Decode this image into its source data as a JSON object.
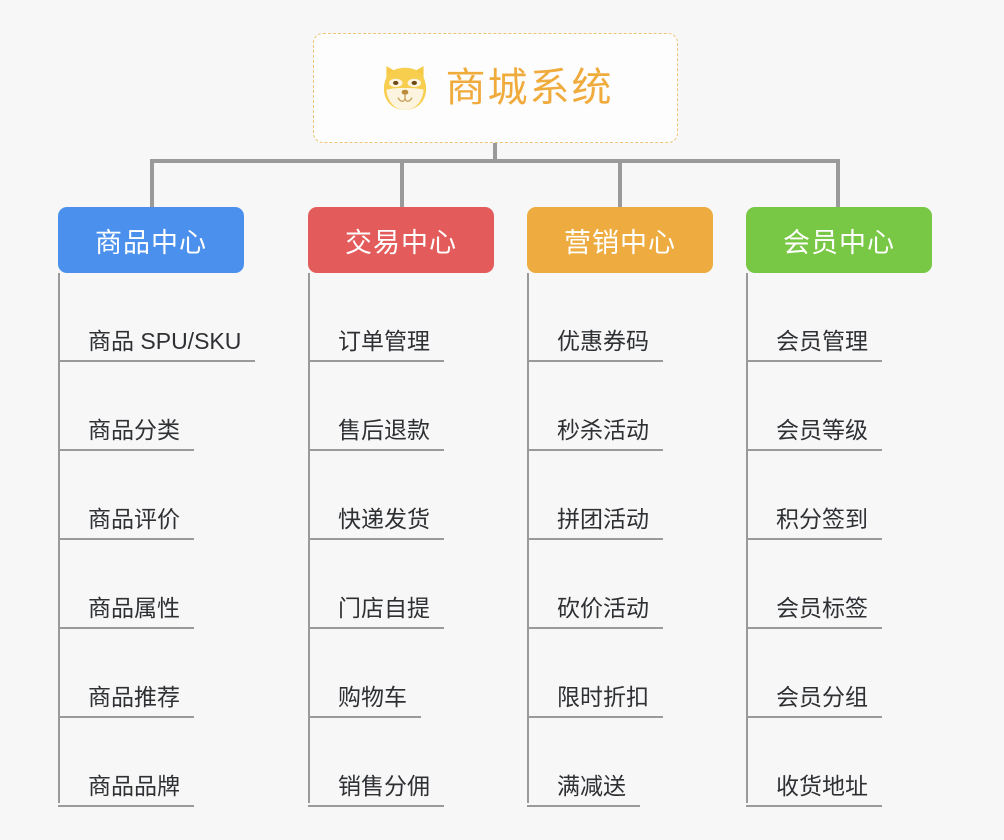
{
  "page": {
    "background_color": "#f7f7f7",
    "diagram_type": "org-chart"
  },
  "root": {
    "title": "商城系统",
    "icon": "shiba-dog-face-icon",
    "text_color": "#f0ab3d",
    "border_color": "#edc375",
    "background_color": "#fdfdfd"
  },
  "connector": {
    "color": "#9a9a9a"
  },
  "columns": [
    {
      "title": "商品中心",
      "color": "#4a90ec",
      "items": [
        "商品 SPU/SKU",
        "商品分类",
        "商品评价",
        "商品属性",
        "商品推荐",
        "商品品牌"
      ]
    },
    {
      "title": "交易中心",
      "color": "#e35b5b",
      "items": [
        "订单管理",
        "售后退款",
        "快递发货",
        "门店自提",
        "购物车",
        "销售分佣"
      ]
    },
    {
      "title": "营销中心",
      "color": "#eeac40",
      "items": [
        "优惠券码",
        "秒杀活动",
        "拼团活动",
        "砍价活动",
        "限时折扣",
        "满减送"
      ]
    },
    {
      "title": "会员中心",
      "color": "#78c745",
      "items": [
        "会员管理",
        "会员等级",
        "积分签到",
        "会员标签",
        "会员分组",
        "收货地址"
      ]
    }
  ]
}
